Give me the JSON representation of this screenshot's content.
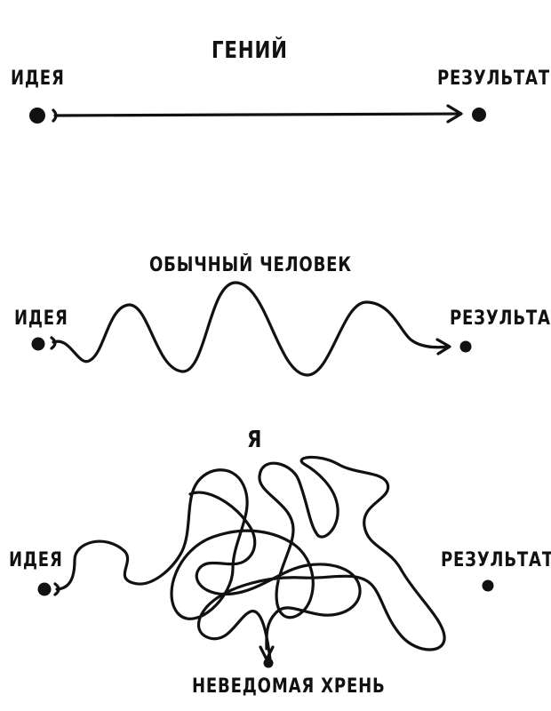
{
  "panels": [
    {
      "title": "ГЕНИЙ",
      "start_label": "ИДЕЯ",
      "end_label": "РЕЗУЛЬТАТ"
    },
    {
      "title": "ОБЫЧНЫЙ ЧЕЛОВЕК",
      "start_label": "ИДЕЯ",
      "end_label": "РЕЗУЛЬТАТ"
    },
    {
      "title": "Я",
      "start_label": "ИДЕЯ",
      "end_label": "РЕЗУЛЬТАТ",
      "detour_label": "НЕВЕДОМАЯ ХРЕНЬ"
    }
  ],
  "colors": {
    "ink": "#111111",
    "background": "#ffffff"
  }
}
